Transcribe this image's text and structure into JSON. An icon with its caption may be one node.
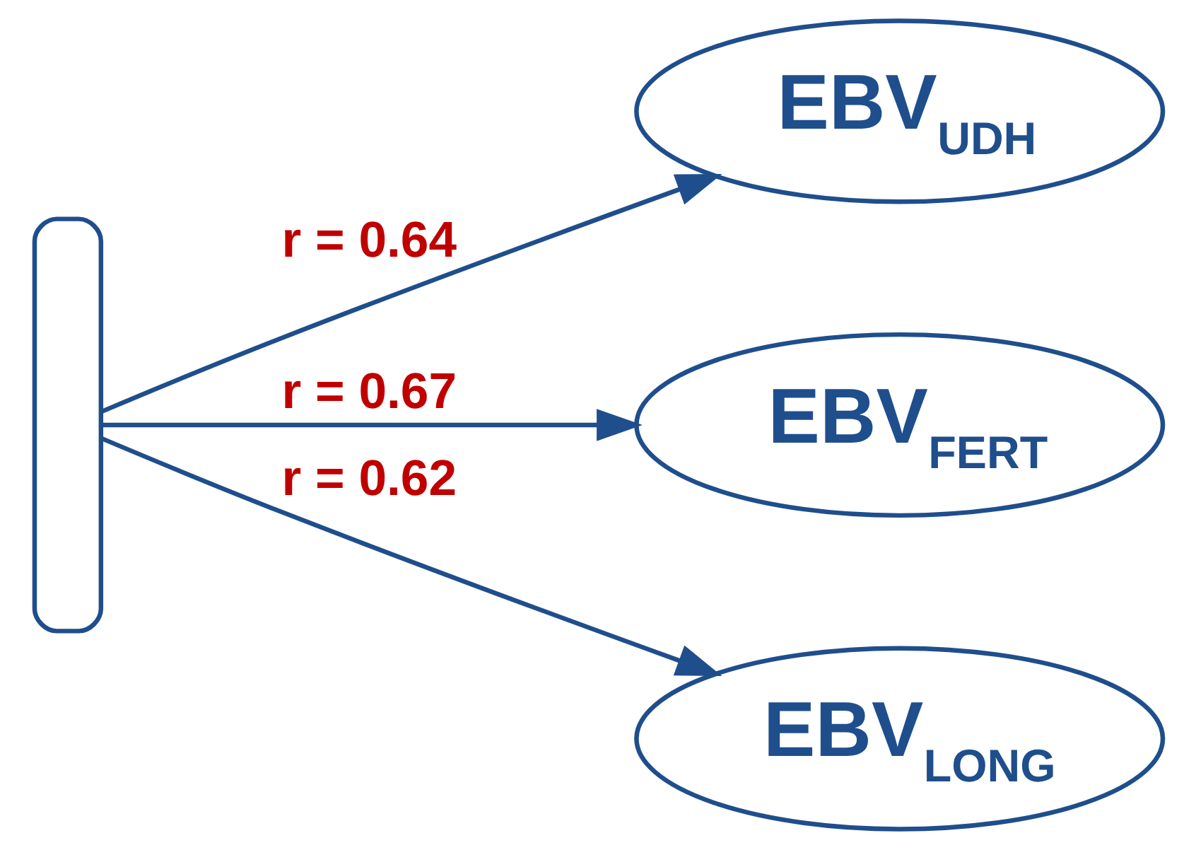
{
  "diagram": {
    "nodes": [
      {
        "text": [],
        "shape": "box"
      },
      {
        "text": [
          "EBV$_{UDH}$"
        ]
      },
      {
        "text": [
          "EBV$_{FERT}$"
        ]
      },
      {
        "text": [
          "EBV$_{LONG}$"
        ]
      }
    ],
    "edges": [
      {
        "from": 0,
        "to": 1,
        "arrow": "to",
        "label": "r = 0.64"
      },
      {
        "from": 0,
        "to": 2,
        "arrow": "to",
        "label": "r = 0.67"
      },
      {
        "from": 0,
        "to": 3,
        "arrow": "to",
        "label": "r = 0.62"
      }
    ]
  }
}
